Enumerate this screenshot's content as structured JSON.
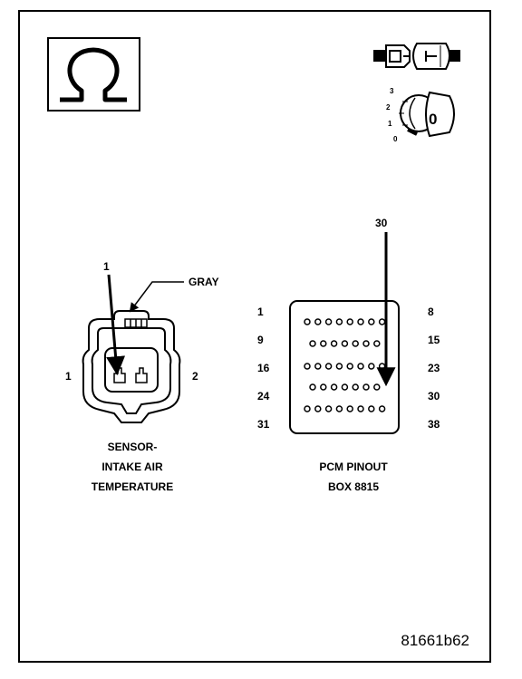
{
  "sensor": {
    "callout": "1",
    "wire_color": "GRAY",
    "pin_left": "1",
    "pin_right": "2",
    "caption": [
      "SENSOR-",
      "INTAKE AIR",
      "TEMPERATURE"
    ]
  },
  "pcm": {
    "callout": "30",
    "row_labels_left": [
      "1",
      "9",
      "16",
      "24",
      "31"
    ],
    "row_labels_right": [
      "8",
      "15",
      "23",
      "30",
      "38"
    ],
    "row_pin_counts": [
      8,
      7,
      8,
      7,
      8
    ],
    "caption": [
      "PCM PINOUT",
      "BOX 8815"
    ]
  },
  "key_switch": {
    "positions": [
      "3",
      "2",
      "1",
      "0"
    ],
    "selected_position": "0",
    "key_label": "0"
  },
  "figure_id": "81661b62",
  "icons": {
    "ohmmeter": "ohm-icon",
    "connector": "disconnected-connector-icon",
    "ignition": "ignition-key-icon"
  }
}
